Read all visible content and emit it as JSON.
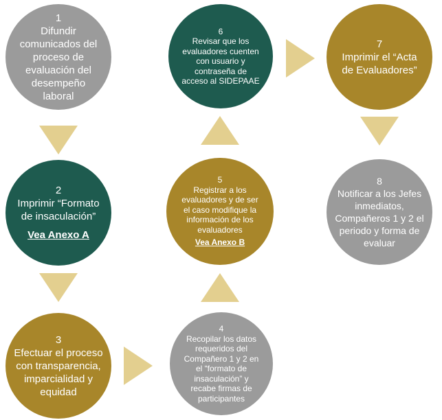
{
  "steps": [
    {
      "num": "1",
      "text": "Difundir comunicados del proceso de evaluación del desempeño laboral",
      "color": "#9b9b9b"
    },
    {
      "num": "2",
      "text": "Imprimir “Formato de insaculación”",
      "link": "Vea Anexo A",
      "color": "#1e5b4f"
    },
    {
      "num": "3",
      "text": "Efectuar el proceso con transparencia, imparcialidad y equidad",
      "color": "#a8862a"
    },
    {
      "num": "4",
      "text": "Recopilar los datos requeridos del Compañero 1 y 2 en el “formato de insaculación” y recabe firmas de participantes",
      "color": "#9b9b9b"
    },
    {
      "num": "5",
      "text": "Registrar a los evaluadores y de ser el caso modifique la información de los evaluadores",
      "link": "Vea Anexo B",
      "color": "#a8862a"
    },
    {
      "num": "6",
      "text": "Revisar que los evaluadores cuenten con usuario y contraseña de acceso al SIDEPAAE",
      "color": "#1e5b4f"
    },
    {
      "num": "7",
      "text": "Imprimir el “Acta de Evaluadores”",
      "color": "#a8862a"
    },
    {
      "num": "8",
      "text": "Notificar a los Jefes inmediatos, Compañeros 1 y 2 el periodo y forma de evaluar",
      "color": "#9b9b9b"
    }
  ],
  "arrow_color": "#e3cf8f"
}
